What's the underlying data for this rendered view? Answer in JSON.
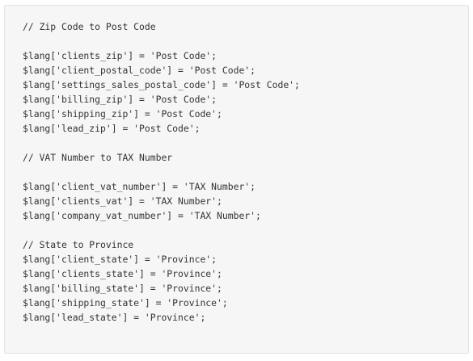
{
  "code": {
    "lines": [
      "// Zip Code to Post Code",
      "",
      "$lang['clients_zip'] = 'Post Code';",
      "$lang['client_postal_code'] = 'Post Code';",
      "$lang['settings_sales_postal_code'] = 'Post Code';",
      "$lang['billing_zip'] = 'Post Code';",
      "$lang['shipping_zip'] = 'Post Code';",
      "$lang['lead_zip'] = 'Post Code';",
      "",
      "// VAT Number to TAX Number",
      "",
      "$lang['client_vat_number'] = 'TAX Number';",
      "$lang['clients_vat'] = 'TAX Number';",
      "$lang['company_vat_number'] = 'TAX Number';",
      "",
      "// State to Province",
      "$lang['client_state'] = 'Province';",
      "$lang['clients_state'] = 'Province';",
      "$lang['billing_state'] = 'Province';",
      "$lang['shipping_state'] = 'Province';",
      "$lang['lead_state'] = 'Province';"
    ]
  }
}
